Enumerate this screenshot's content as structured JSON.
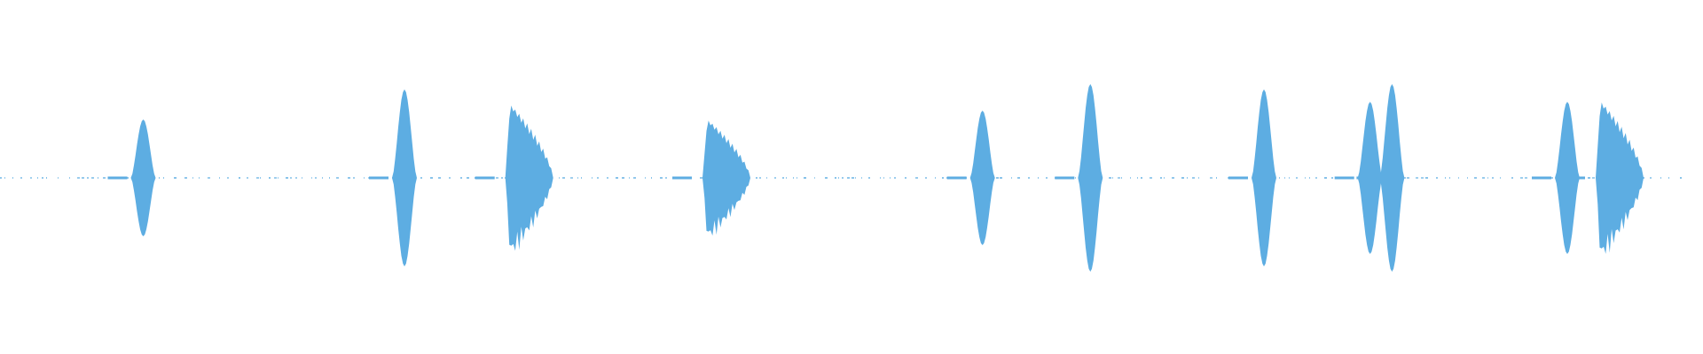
{
  "waveform": {
    "color": "#5dade2",
    "background": "#ffffff",
    "baseline_style": "dotted",
    "bursts": [
      {
        "time": 0.085,
        "shape": "diamond",
        "peak": 0.33
      },
      {
        "time": 0.24,
        "shape": "diamond",
        "peak": 0.5
      },
      {
        "time": 0.303,
        "shape": "fan",
        "peak": 0.48
      },
      {
        "time": 0.42,
        "shape": "fan",
        "peak": 0.38
      },
      {
        "time": 0.583,
        "shape": "diamond",
        "peak": 0.38
      },
      {
        "time": 0.647,
        "shape": "diamond",
        "peak": 0.53
      },
      {
        "time": 0.75,
        "shape": "diamond",
        "peak": 0.5
      },
      {
        "time": 0.813,
        "shape": "diamond",
        "peak": 0.43
      },
      {
        "time": 0.826,
        "shape": "diamond",
        "peak": 0.53
      },
      {
        "time": 0.93,
        "shape": "diamond",
        "peak": 0.43
      },
      {
        "time": 0.95,
        "shape": "fan",
        "peak": 0.5
      }
    ]
  }
}
